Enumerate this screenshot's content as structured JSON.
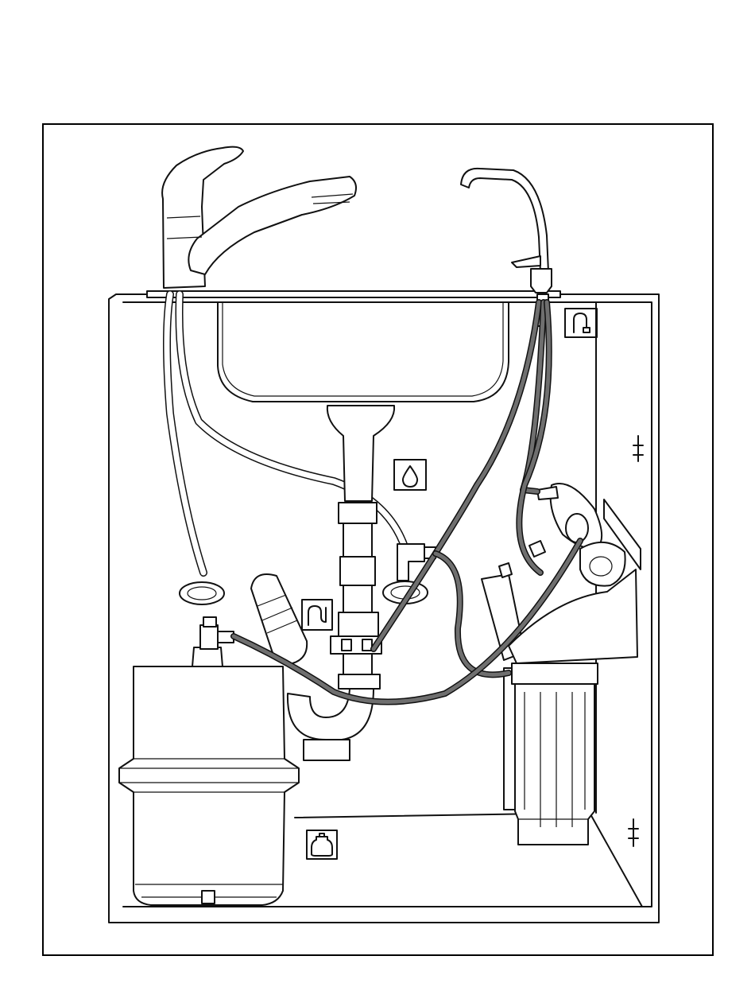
{
  "figure": {
    "domain": "installation-diagram",
    "colors": {
      "line": "#111111",
      "tube": "#6f6f6f",
      "tube_dark": "#4a4a4a",
      "fill": "#ffffff"
    },
    "icons": [
      {
        "name": "faucet-hook-icon",
        "symbol": "hook"
      },
      {
        "name": "water-drop-icon",
        "symbol": "drop"
      },
      {
        "name": "drain-trap-icon",
        "symbol": "s-trap"
      },
      {
        "name": "storage-tank-icon",
        "symbol": "tank"
      }
    ]
  }
}
